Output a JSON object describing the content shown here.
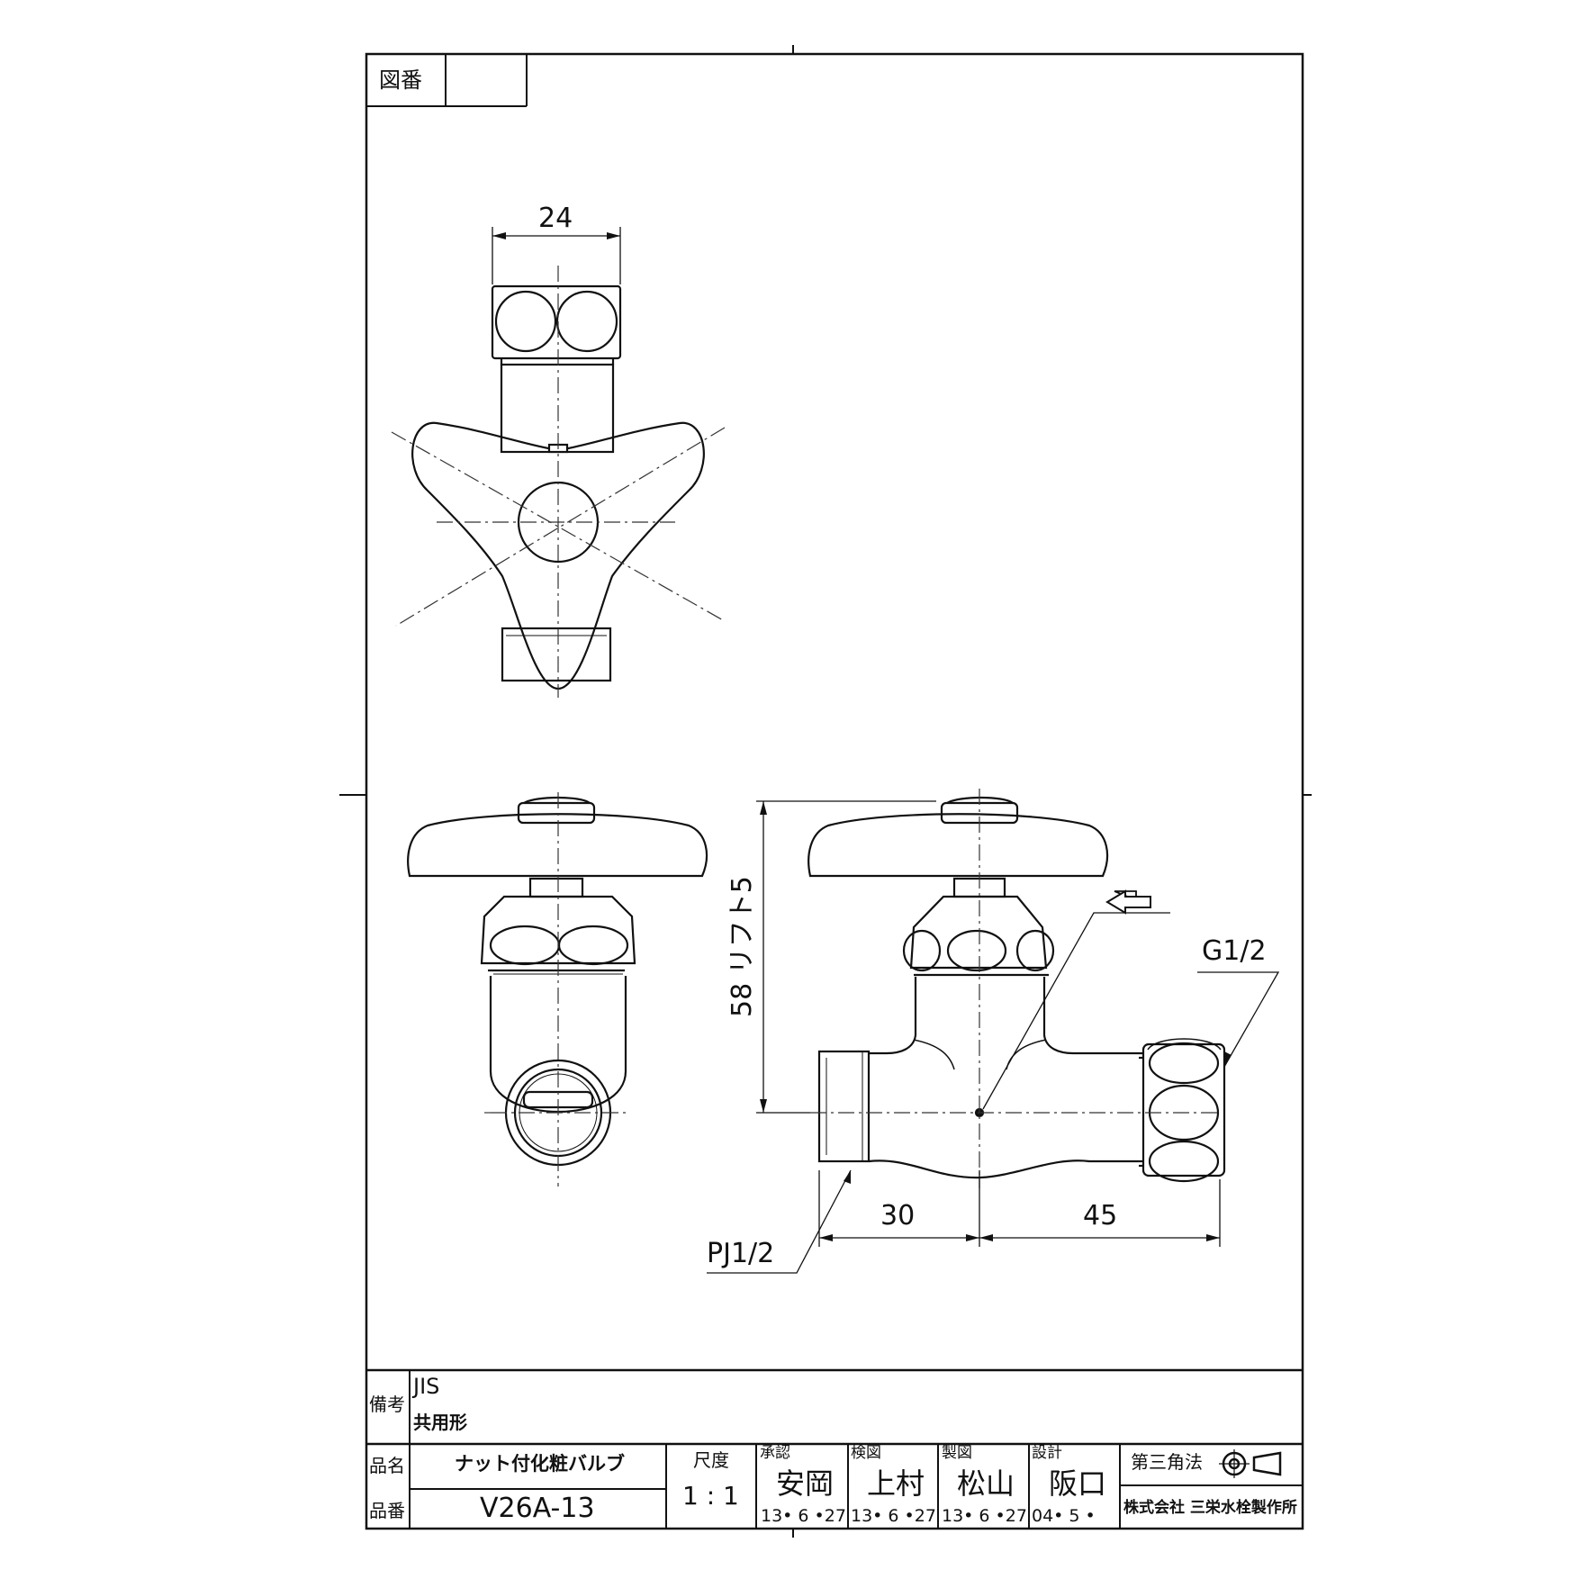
{
  "drawing_number_label": "図番",
  "drawing_number_value": "",
  "remarks": {
    "label": "備考",
    "line1": "JIS",
    "line2": "共用形"
  },
  "product_name": {
    "label": "品名",
    "value": "ナット付化粧バルブ"
  },
  "product_number": {
    "label": "品番",
    "value": "V26A-13"
  },
  "scale": {
    "label": "尺度",
    "value": "1 : 1"
  },
  "approval": {
    "label": "承認",
    "name": "安岡",
    "date": "13• 6 •27"
  },
  "inspection": {
    "label": "検図",
    "name": "上村",
    "date": "13• 6 •27"
  },
  "drafting": {
    "label": "製図",
    "name": "松山",
    "date": "13• 6 •27"
  },
  "design": {
    "label": "設計",
    "name": "阪口",
    "date": "04• 5 •"
  },
  "projection": {
    "label": "第三角法"
  },
  "company": "株式会社 三栄水栓製作所",
  "dimensions": {
    "width_top": "24",
    "height_lift": "58 リフト5",
    "thread_g": "G1/2",
    "thread_pj": "PJ1/2",
    "dist_left": "30",
    "dist_right": "45"
  }
}
